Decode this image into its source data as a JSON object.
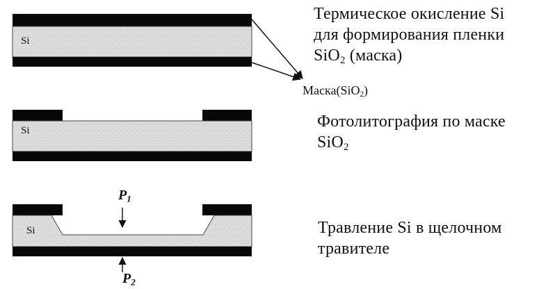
{
  "steps": [
    {
      "caption_line1": "Термическое окисление Si",
      "caption_line2": "для формирования пленки",
      "caption_line3_main": "SiO",
      "caption_line3_sub": "2",
      "caption_line3_tail": " (маска)",
      "substrate_label": "Si"
    },
    {
      "caption_line1": "Фотолитография по маске",
      "caption_line2_main": "SiO",
      "caption_line2_sub": "2",
      "substrate_label": "Si"
    },
    {
      "caption_line1": "Травление Si в щелочном",
      "caption_line2": "травителе",
      "substrate_label": "Si"
    }
  ],
  "mask_label": {
    "main": "Маска(SiO",
    "sub": "2",
    "tail": ")"
  },
  "pressure_labels": {
    "p1_main": "P",
    "p1_sub": "1",
    "p2_main": "P",
    "p2_sub": "2"
  },
  "colors": {
    "mask_layer": "#080808",
    "substrate_fill": "#dcdcdc",
    "substrate_texture": "#c9c9c9",
    "text": "#111111"
  }
}
